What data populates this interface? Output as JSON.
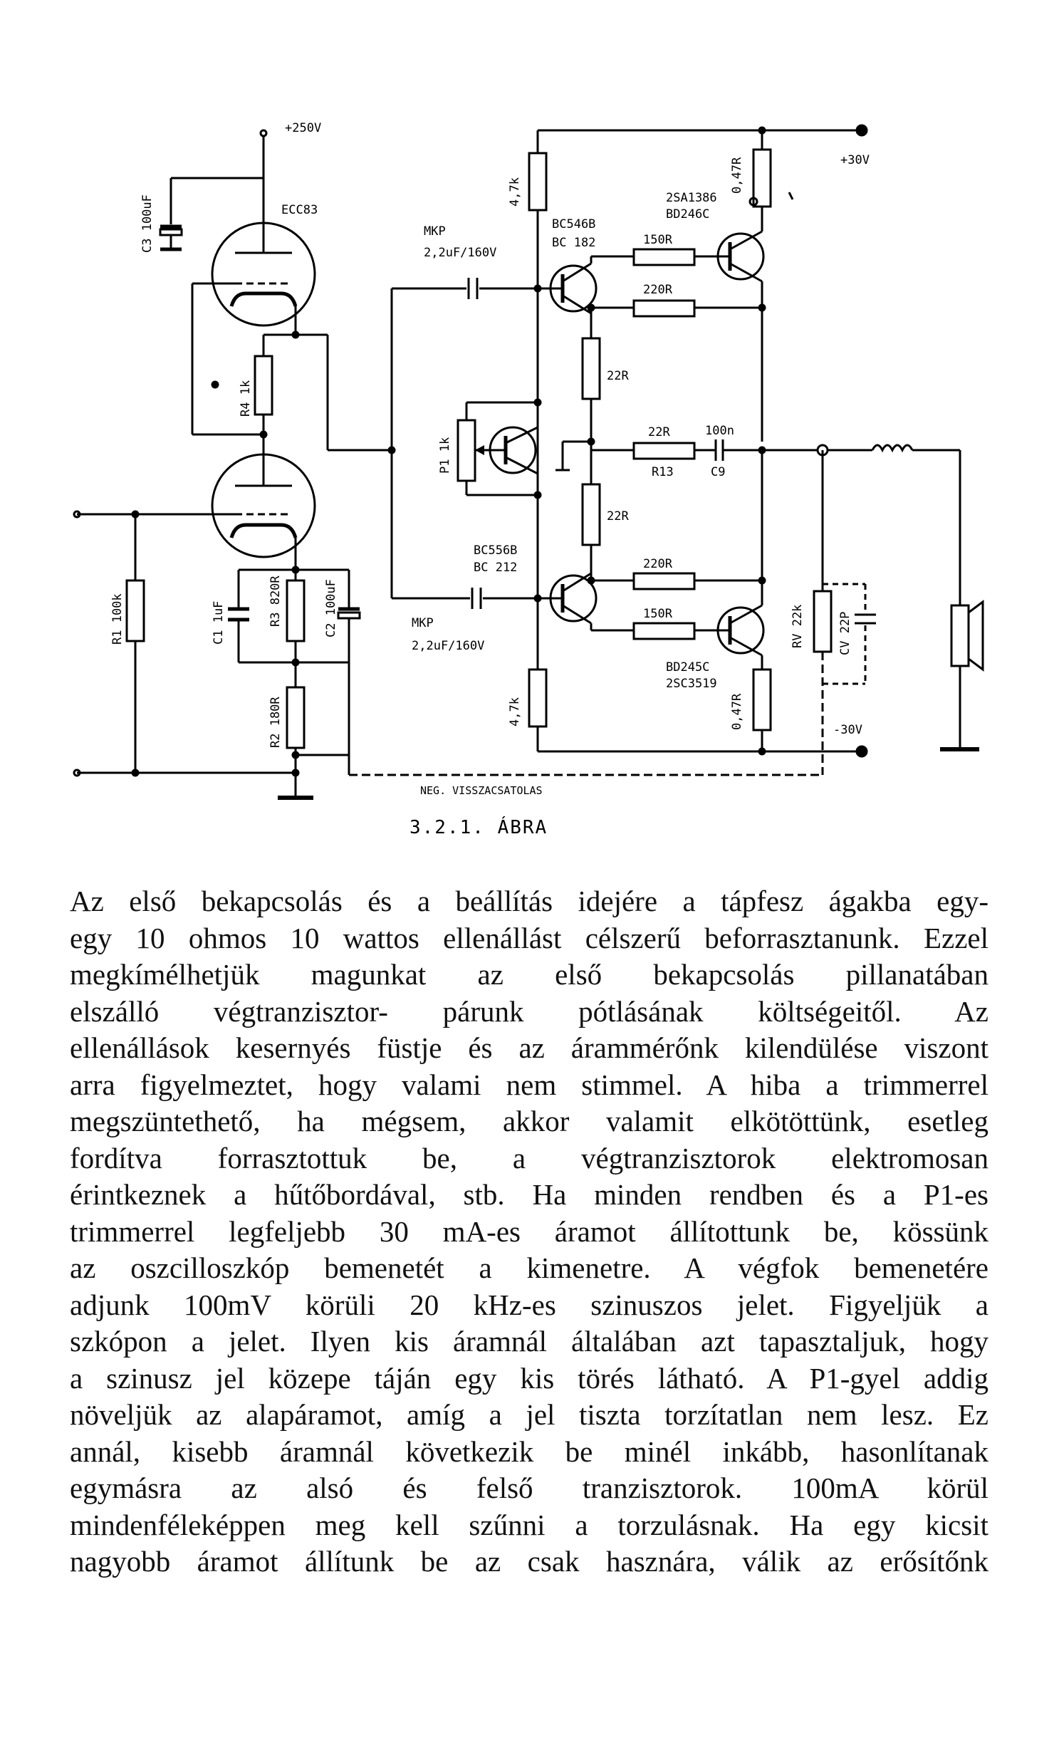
{
  "figure": {
    "caption": "3.2.1. ÁBRA",
    "feedback_label": "NEG.  VISSZACSATOLAS",
    "labels": {
      "supply_hv": "+250V",
      "supply_pos": "+30V",
      "supply_neg": "-30V",
      "tube": "ECC83",
      "c3": "C3 100uF",
      "r4": "R4 1k",
      "r1": "R1 100k",
      "c1": "C1 1uF",
      "r3": "R3 820R",
      "c2": "C2 100uF",
      "r2": "R2 180R",
      "mkp_top": "MKP",
      "mkp_top_val": "2,2uF/160V",
      "mkp_bot": "MKP",
      "mkp_bot_val": "2,2uF/160V",
      "r47k_top": "4,7k",
      "r47k_bot": "4,7k",
      "p1": "P1 1k",
      "q_top_driver_1": "BC546B",
      "q_top_driver_2": "BC 182",
      "q_bot_driver_1": "BC556B",
      "q_bot_driver_2": "BC 212",
      "q_top_out_1": "2SA1386",
      "q_top_out_2": "BD246C",
      "q_bot_out_1": "BD245C",
      "q_bot_out_2": "2SC3519",
      "r_emit_top": "0,47R",
      "r_emit_bot": "0,47R",
      "r150_top": "150R",
      "r220_top": "220R",
      "r22_top": "22R",
      "r22_bot": "22R",
      "r150_bot": "150R",
      "r220_bot": "220R",
      "r13_val": "22R",
      "r13": "R13",
      "c9_val": "100n",
      "c9": "C9",
      "rv": "RV 22k",
      "cv": "CV 22P"
    }
  },
  "body": {
    "lines": [
      "Az első bekapcsolás és a beállítás idejére a tápfesz ágakba egy-",
      "egy 10 ohmos 10 wattos ellenállást célszerű beforrasztanunk. Ezzel",
      "megkímélhetjük magunkat az első bekapcsolás pillanatában",
      "elszálló végtranzisztor- párunk pótlásának költségeitől. Az",
      "ellenállások kesernyés füstje és az árammérőnk kilendülése viszont",
      "arra figyelmeztet, hogy valami nem stimmel. A hiba a trimmerrel",
      "megszüntethető, ha mégsem, akkor valamit elkötöttünk, esetleg",
      "fordítva forrasztottuk be, a végtranzisztorok elektromosan",
      "érintkeznek a hűtőbordával, stb. Ha minden rendben és a P1-es",
      "trimmerrel legfeljebb 30 mA-es áramot állítottunk be, kössünk",
      "az oszcilloszkóp bemenetét a kimenetre. A végfok bemenetére",
      "adjunk 100mV körüli 20 kHz-es szinuszos jelet. Figyeljük a",
      "szkópon a jelet. Ilyen kis áramnál általában azt tapasztaljuk, hogy",
      "a szinusz jel közepe táján egy kis törés látható. A P1-gyel addig",
      "növeljük az alapáramot, amíg a jel tiszta torzítatlan nem lesz. Ez",
      "annál, kisebb áramnál következik be minél inkább, hasonlítanak",
      "egymásra az alsó és felső tranzisztorok. 100mA körül",
      "mindenféleképpen meg kell szűnni a torzulásnak. Ha egy kicsit",
      "nagyobb áramot állítunk be az csak hasznára, válik az erősítőnk"
    ]
  }
}
